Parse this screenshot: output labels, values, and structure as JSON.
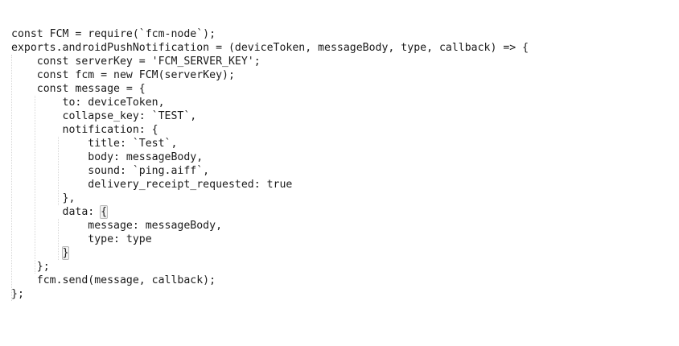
{
  "editor": {
    "background_color": "#ffffff",
    "text_color": "#1a1a1a",
    "indent_guide_color": "#d6d6d6",
    "caret_color": "#101010",
    "bracket_match_border_color": "#b9b9b9",
    "language": "javascript",
    "indent_size": 4,
    "indent_guide_x_positions": [
      14,
      43,
      72,
      101,
      130
    ],
    "code_lines": [
      "const FCM = require(`fcm-node`);",
      "exports.androidPushNotification = (deviceToken, messageBody, type, callback) => {",
      "    const serverKey = 'FCM_SERVER_KEY';",
      "    const fcm = new FCM(serverKey);",
      "    const message = {",
      "        to: deviceToken,",
      "        collapse_key: `TEST`,",
      "        notification: {",
      "            title: `Test`,",
      "            body: messageBody,",
      "            sound: `ping.aiff`,",
      "            delivery_receipt_requested: true",
      "        },",
      "        data: {",
      "            message: messageBody,",
      "            type: type",
      "        }",
      "    };",
      "    fcm.send(message, callback);",
      "};"
    ],
    "decorations": {
      "bracket_match_open": {
        "line_index": 13,
        "character": "{",
        "prefix": "        data: ",
        "suffix": ""
      },
      "bracket_match_close": {
        "line_index": 16,
        "character": "}",
        "prefix": "        ",
        "suffix": "",
        "caret_after": true
      }
    }
  }
}
